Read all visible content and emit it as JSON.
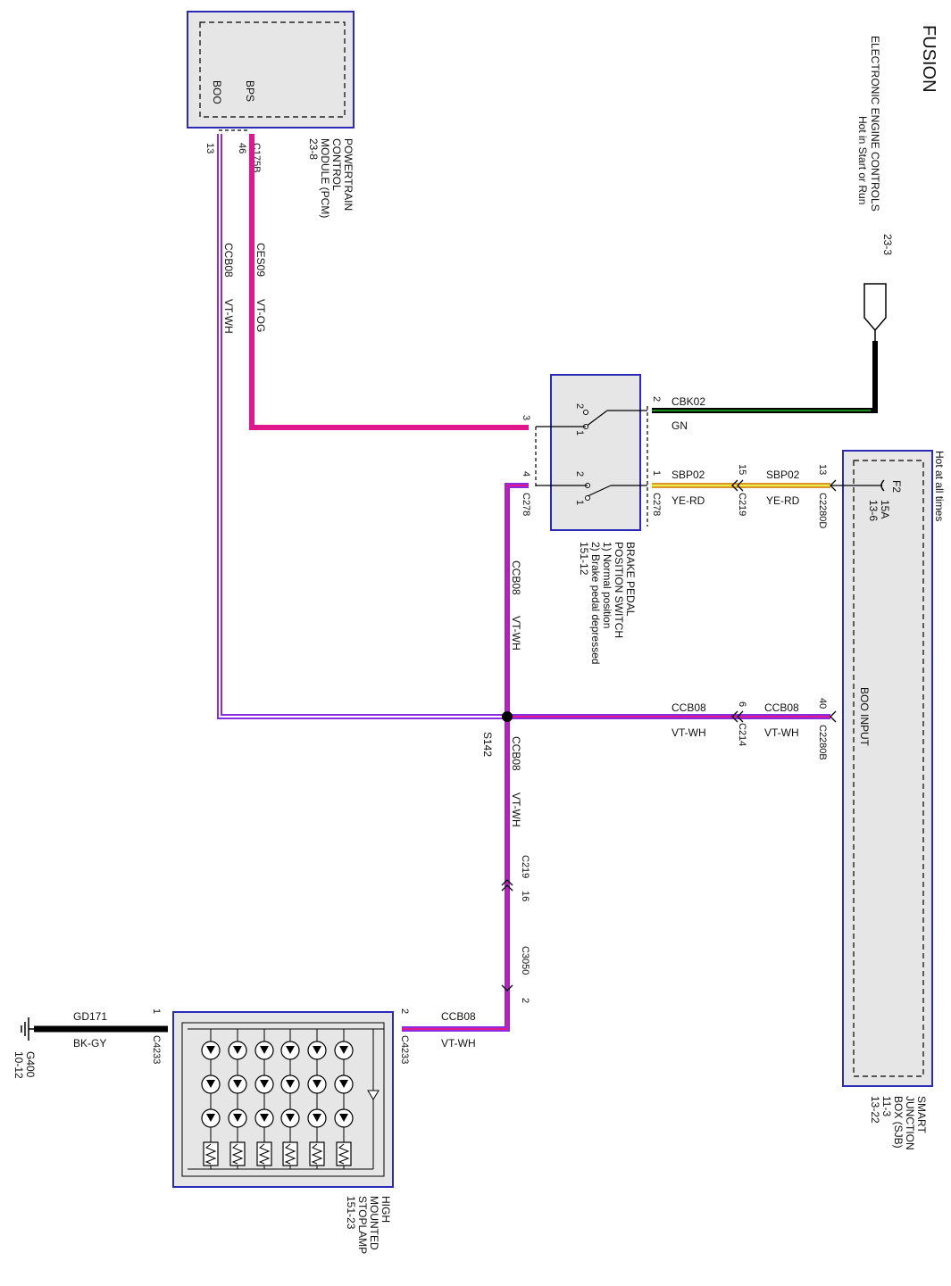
{
  "title": "FUSION",
  "source": {
    "name": "ELECTRONIC ENGINE CONTROLS",
    "page": "23-3",
    "note": "Hot in Start or Run"
  },
  "hot_note": "Hot at all times",
  "pcm": {
    "name_lines": [
      "POWERTRAIN",
      "CONTROL",
      "MODULE (PCM)",
      "23-8"
    ],
    "pin_boo": "BOO",
    "pin_bps": "BPS",
    "num_boo": "13",
    "num_bps": "46",
    "connector": "C175B"
  },
  "bpps": {
    "name_lines": [
      "BRAKE PEDAL",
      "POSITION SWITCH",
      "1) Normal position",
      "2) Brake pedal depressed",
      "151-12"
    ],
    "conn": "C278",
    "pin2": "2",
    "pin3": "3",
    "pin4": "4",
    "pin1": "1",
    "pos1": "1",
    "pos2": "2"
  },
  "sjb": {
    "name_lines": [
      "SMART",
      "JUNCTION",
      "BOX (SJB)",
      "11-3",
      "13-22"
    ],
    "fuse": "F2",
    "fuse_amp": "15A",
    "fuse_ref": "13-6",
    "boo_input": "BOO INPUT",
    "conn_d": "C2280D",
    "pin_d": "13",
    "conn_b": "C2280B",
    "pin_b": "40"
  },
  "stoplamp": {
    "name_lines": [
      "HIGH",
      "MOUNTED",
      "STOPLAMP",
      "151-23"
    ],
    "conn": "C4233",
    "pin_in": "2",
    "pin_gnd": "1"
  },
  "ground": {
    "name": "G400",
    "ref": "10-12"
  },
  "splice": "S142",
  "wires": {
    "ces09": {
      "circuit": "CES09",
      "color": "VT-OG"
    },
    "ccb08_pcm": {
      "circuit": "CCB08",
      "color": "VT-WH"
    },
    "cbk02": {
      "circuit": "CBK02",
      "color": "GN"
    },
    "sbp02_a": {
      "circuit": "SBP02",
      "color": "YE-RD"
    },
    "sbp02_b": {
      "circuit": "SBP02",
      "color": "YE-RD"
    },
    "ccb08_sw": {
      "circuit": "CCB08",
      "color": "VT-WH"
    },
    "ccb08_sjb_a": {
      "circuit": "CCB08",
      "color": "VT-WH"
    },
    "ccb08_sjb_b": {
      "circuit": "CCB08",
      "color": "VT-WH"
    },
    "ccb08_down": {
      "circuit": "CCB08",
      "color": "VT-WH"
    },
    "ccb08_lamp": {
      "circuit": "CCB08",
      "color": "VT-WH"
    },
    "gd171": {
      "circuit": "GD171",
      "color": "BK-GY"
    }
  },
  "connectors": {
    "c219_top": "C219",
    "c219_top_pin": "15",
    "c214": "C214",
    "c214_pin": "6",
    "c219_bot": "C219",
    "c219_bot_pin": "16",
    "c3050": "C3050",
    "c3050_pin": "2"
  },
  "colors": {
    "violet": "#8a2be2",
    "pink": "#e0188c",
    "white": "#ffffff",
    "orange": "#d79a2a",
    "yellow": "#f2e64a",
    "green": "#1a8a1a",
    "black": "#000000",
    "box_outline": "#2b2bb5",
    "box_fill": "#e6e6e6"
  }
}
